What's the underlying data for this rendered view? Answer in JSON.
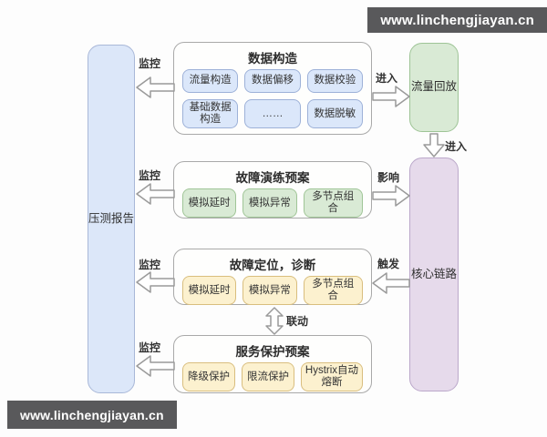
{
  "banners": {
    "top_label": "www.linchengjiayan.cn",
    "bottom_label": "www.linchengjiayan.cn"
  },
  "left_panel": {
    "label": "压测报告"
  },
  "right_panel": {
    "traffic_replay_label": "流量回放",
    "core_link_label": "核心链路"
  },
  "groups": [
    {
      "id": "data-construction",
      "title": "数据构造",
      "pills": [
        "流量构造",
        "数据偏移",
        "数据校验",
        "基础数据构造",
        "……",
        "数据脱敏"
      ]
    },
    {
      "id": "fault-drill-plan",
      "title": "故障演练预案",
      "pills": [
        "模拟延时",
        "模拟异常",
        "多节点组合"
      ]
    },
    {
      "id": "fault-locating-diagnosis",
      "title": "故障定位，诊断",
      "pills": [
        "模拟延时",
        "模拟异常",
        "多节点组合"
      ]
    },
    {
      "id": "service-protection-plan",
      "title": "服务保护预案",
      "pills": [
        "降级保护",
        "限流保护",
        "Hystrix自动熔断"
      ]
    }
  ],
  "arrows": [
    {
      "id": "monitor-1",
      "label": "监控"
    },
    {
      "id": "monitor-2",
      "label": "监控"
    },
    {
      "id": "monitor-3",
      "label": "监控"
    },
    {
      "id": "monitor-4",
      "label": "监控"
    },
    {
      "id": "enter-1",
      "label": "进入"
    },
    {
      "id": "enter-2",
      "label": "进入"
    },
    {
      "id": "affect",
      "label": "影响"
    },
    {
      "id": "trigger",
      "label": "触发"
    },
    {
      "id": "linkage",
      "label": "联动"
    }
  ],
  "colors": {
    "banner_bg": "#59595b",
    "blue_fill": "#dbe7fa",
    "blue_border": "#9db1d8",
    "green_fill": "#d9ead5",
    "green_border": "#a0c597",
    "yellow_fill": "#fcf1cf",
    "yellow_border": "#d9be7e",
    "purple_fill": "#e6daeb",
    "purple_border": "#bba8ca",
    "text": "#303030"
  }
}
